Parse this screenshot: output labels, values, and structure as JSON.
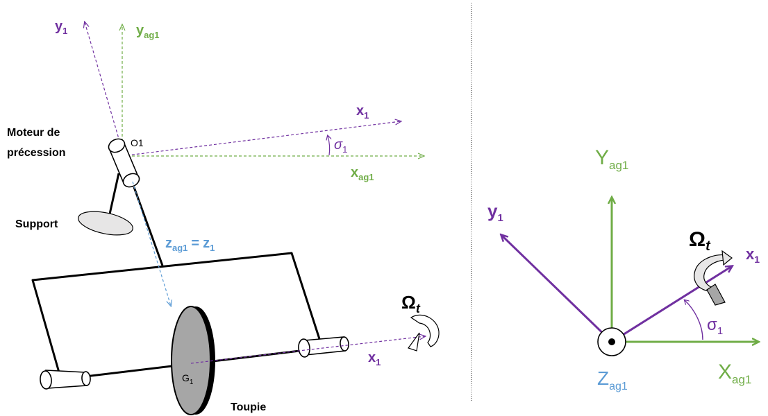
{
  "left": {
    "axes": {
      "y1": {
        "main": "y",
        "sub": "1"
      },
      "yag1": {
        "main": "y",
        "sub": "ag1"
      },
      "x1_top": {
        "main": "x",
        "sub": "1"
      },
      "xag1": {
        "main": "x",
        "sub": "ag1"
      },
      "sigma": {
        "main": "σ",
        "sub": "1"
      },
      "zag1": {
        "main": "z",
        "sub": "ag1",
        "eq": "=",
        "main2": "z",
        "sub2": "1"
      },
      "x1_bottom": {
        "main": "x",
        "sub": "1"
      },
      "omega": {
        "main": "Ω",
        "sub": "t"
      }
    },
    "points": {
      "o1": {
        "main": "O",
        "sub": "1"
      },
      "g1": {
        "main": "G",
        "sub": "1"
      }
    },
    "labels": {
      "motor_line1": "Moteur de",
      "motor_line2": "précession",
      "support": "Support",
      "toupie": "Toupie"
    }
  },
  "right": {
    "axes": {
      "Yag1": {
        "main": "Y",
        "sub": "ag1"
      },
      "y1": {
        "main": "y",
        "sub": "1"
      },
      "omega": {
        "main": "Ω",
        "sub": "t"
      },
      "x1": {
        "main": "x",
        "sub": "1"
      },
      "sigma": {
        "main": "σ",
        "sub": "1"
      },
      "Zag1": {
        "main": "Z",
        "sub": "ag1"
      },
      "Xag1": {
        "main": "X",
        "sub": "ag1"
      }
    }
  },
  "colors": {
    "purple": "#7030a0",
    "green": "#70ad47",
    "blue": "#5b9bd5",
    "black": "#000000",
    "grey": "#a6a6a6",
    "light_grey": "#e7e6e6"
  }
}
